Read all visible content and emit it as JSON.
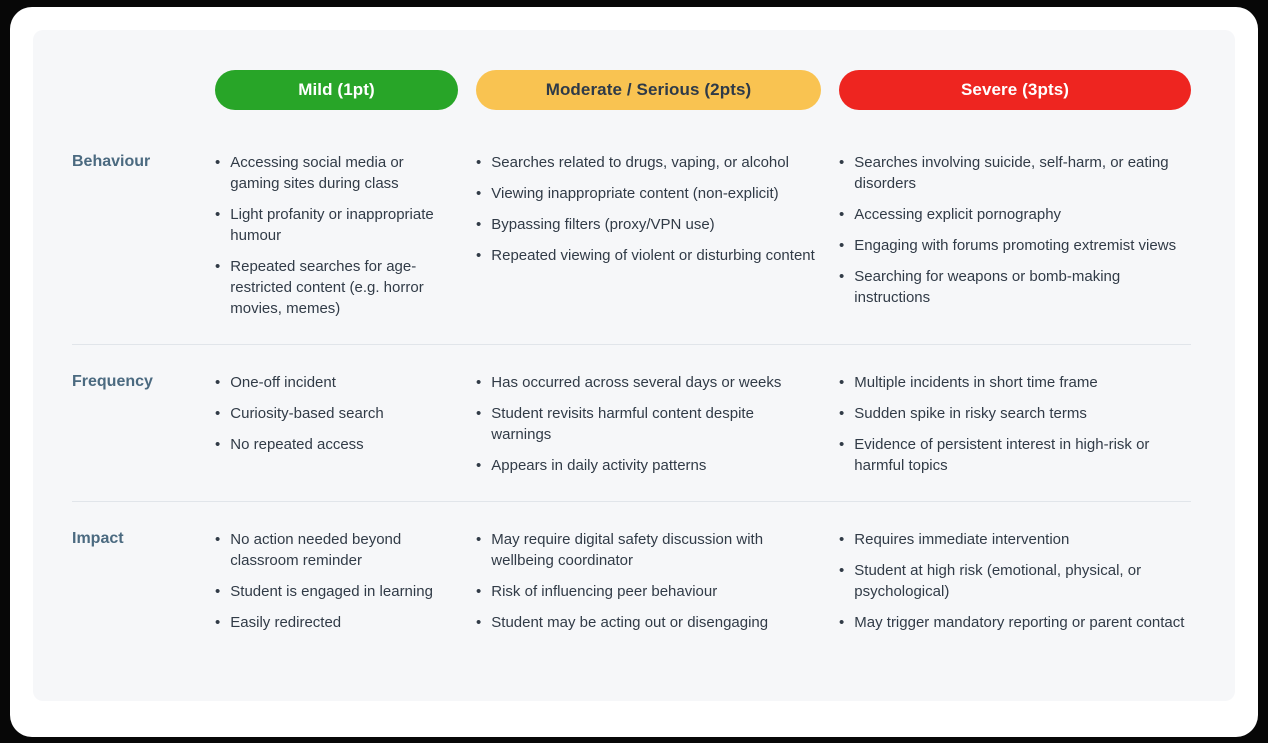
{
  "colors": {
    "page_bg": "#070707",
    "card_bg": "#ffffff",
    "panel_bg": "#f6f7f9",
    "divider": "#e1e5ea",
    "body_text": "#313b47",
    "row_label_text": "#4b6a80"
  },
  "matrix": {
    "bullet_glyph": "•",
    "columns": [
      {
        "id": "mild",
        "label": "Mild (1pt)",
        "bg": "#28a528",
        "text_color": "#ffffff"
      },
      {
        "id": "moderate",
        "label": "Moderate / Serious (2pts)",
        "bg": "#f9c351",
        "text_color": "#2e3a48"
      },
      {
        "id": "severe",
        "label": "Severe (3pts)",
        "bg": "#ee2520",
        "text_color": "#ffffff"
      }
    ],
    "rows": [
      {
        "label": "Behaviour",
        "cells": [
          [
            "Accessing social media or gaming sites during class",
            "Light profanity or inappropriate humour",
            "Repeated searches for age-restricted content (e.g. horror movies, memes)"
          ],
          [
            "Searches related to drugs, vaping, or alcohol",
            "Viewing inappropriate content (non-explicit)",
            "Bypassing filters (proxy/VPN use)",
            "Repeated viewing of violent or disturbing content"
          ],
          [
            "Searches involving suicide, self-harm, or eating disorders",
            "Accessing explicit pornography",
            "Engaging with forums promoting extremist views",
            "Searching for weapons or bomb-making instructions"
          ]
        ]
      },
      {
        "label": "Frequency",
        "cells": [
          [
            "One-off incident",
            "Curiosity-based search",
            "No repeated access"
          ],
          [
            "Has occurred across several days or weeks",
            "Student revisits harmful content despite warnings",
            "Appears in daily activity patterns"
          ],
          [
            "Multiple incidents in short time frame",
            "Sudden spike in risky search terms",
            "Evidence of persistent interest in high-risk or harmful topics"
          ]
        ]
      },
      {
        "label": "Impact",
        "cells": [
          [
            "No action needed beyond classroom reminder",
            "Student is engaged in learning",
            "Easily redirected"
          ],
          [
            "May require digital safety discussion with wellbeing coordinator",
            "Risk of influencing peer behaviour",
            "Student may be acting out or disengaging"
          ],
          [
            "Requires immediate intervention",
            "Student at high risk (emotional, physical, or psychological)",
            "May trigger mandatory reporting or parent contact"
          ]
        ]
      }
    ]
  }
}
